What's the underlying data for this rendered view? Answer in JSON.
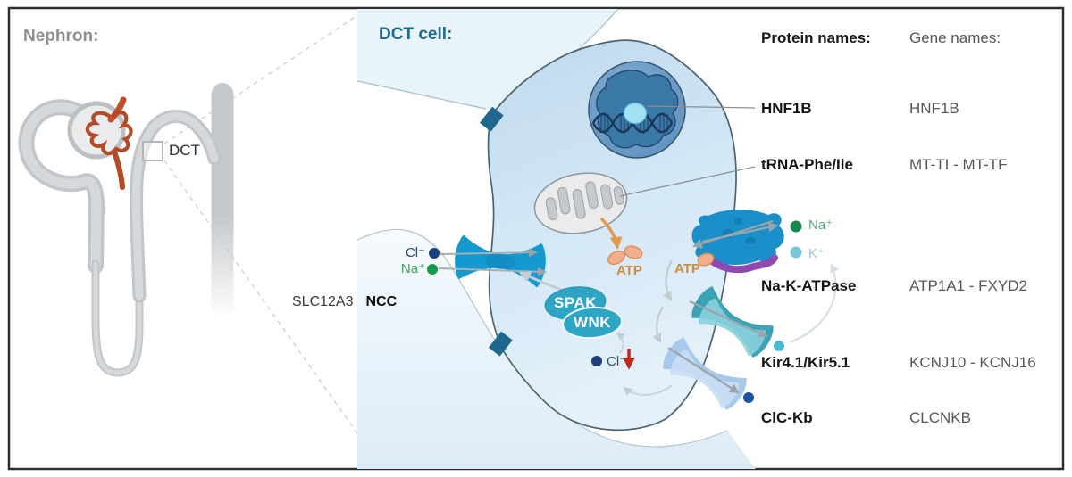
{
  "nephron": {
    "title": "Nephron:",
    "dct_label": "DCT"
  },
  "cell": {
    "title": "DCT cell:"
  },
  "ncc": {
    "gene": "SLC12A3",
    "protein": "NCC"
  },
  "ions": {
    "lumen_chloride": "Cl⁻",
    "lumen_sodium": "Na⁺",
    "cytosol_chloride": "Cl⁻",
    "basolateral_sodium": "Na⁺",
    "basolateral_potassium": "K⁺"
  },
  "signaling": {
    "spak": "SPAK",
    "wnk": "WNK",
    "atp_mito": "ATP",
    "atp_pump": "ATP"
  },
  "legend": {
    "protein_header": "Protein names:",
    "gene_header": "Gene names:",
    "rows": [
      {
        "protein": "HNF1B",
        "gene": "HNF1B"
      },
      {
        "protein": "tRNA-Phe/Ile",
        "gene": "MT-TI - MT-TF"
      },
      {
        "protein": "Na-K-ATPase",
        "gene": "ATP1A1 - FXYD2"
      },
      {
        "protein": "Kir4.1/Kir5.1",
        "gene": "KCNJ10 - KCNJ16"
      },
      {
        "protein": "ClC-Kb",
        "gene": "CLCNKB"
      }
    ]
  },
  "colors": {
    "accent_teal": "#1f6a8e",
    "channel_blue": "#149ace",
    "sodium_green": "#189a4d",
    "chloride_navy": "#1e3e7d",
    "potassium_teal": "#63c3d6",
    "atp_orange": "#cd8a3e",
    "low_chloride_red": "#c0281c",
    "vessel_red": "#bf4f28"
  }
}
